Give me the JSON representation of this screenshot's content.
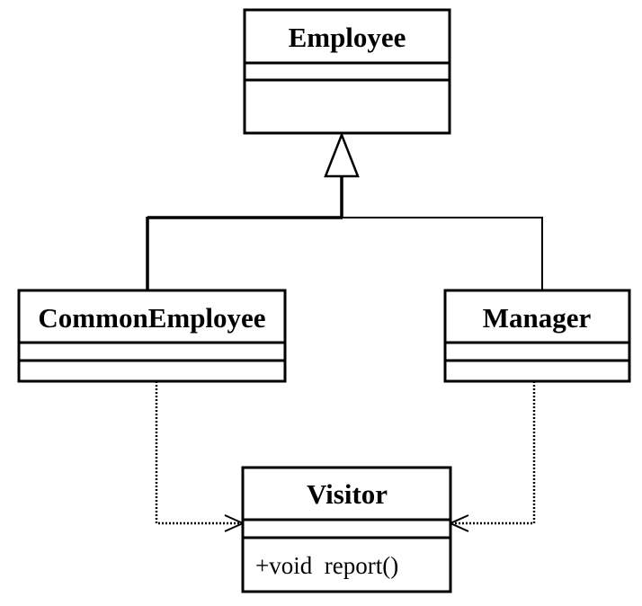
{
  "diagram": {
    "type": "UML class diagram",
    "classes": {
      "employee": {
        "name": "Employee",
        "operations": []
      },
      "common_employee": {
        "name": "CommonEmployee",
        "operations": []
      },
      "manager": {
        "name": "Manager",
        "operations": []
      },
      "visitor": {
        "name": "Visitor",
        "operations": [
          "+void  report()"
        ]
      }
    },
    "relationships": [
      {
        "kind": "generalization",
        "from": "CommonEmployee",
        "to": "Employee"
      },
      {
        "kind": "generalization",
        "from": "Manager",
        "to": "Employee"
      },
      {
        "kind": "dependency",
        "from": "CommonEmployee",
        "to": "Visitor"
      },
      {
        "kind": "dependency",
        "from": "Manager",
        "to": "Visitor"
      }
    ]
  },
  "colors": {
    "line": "#000000",
    "background": "#ffffff"
  }
}
